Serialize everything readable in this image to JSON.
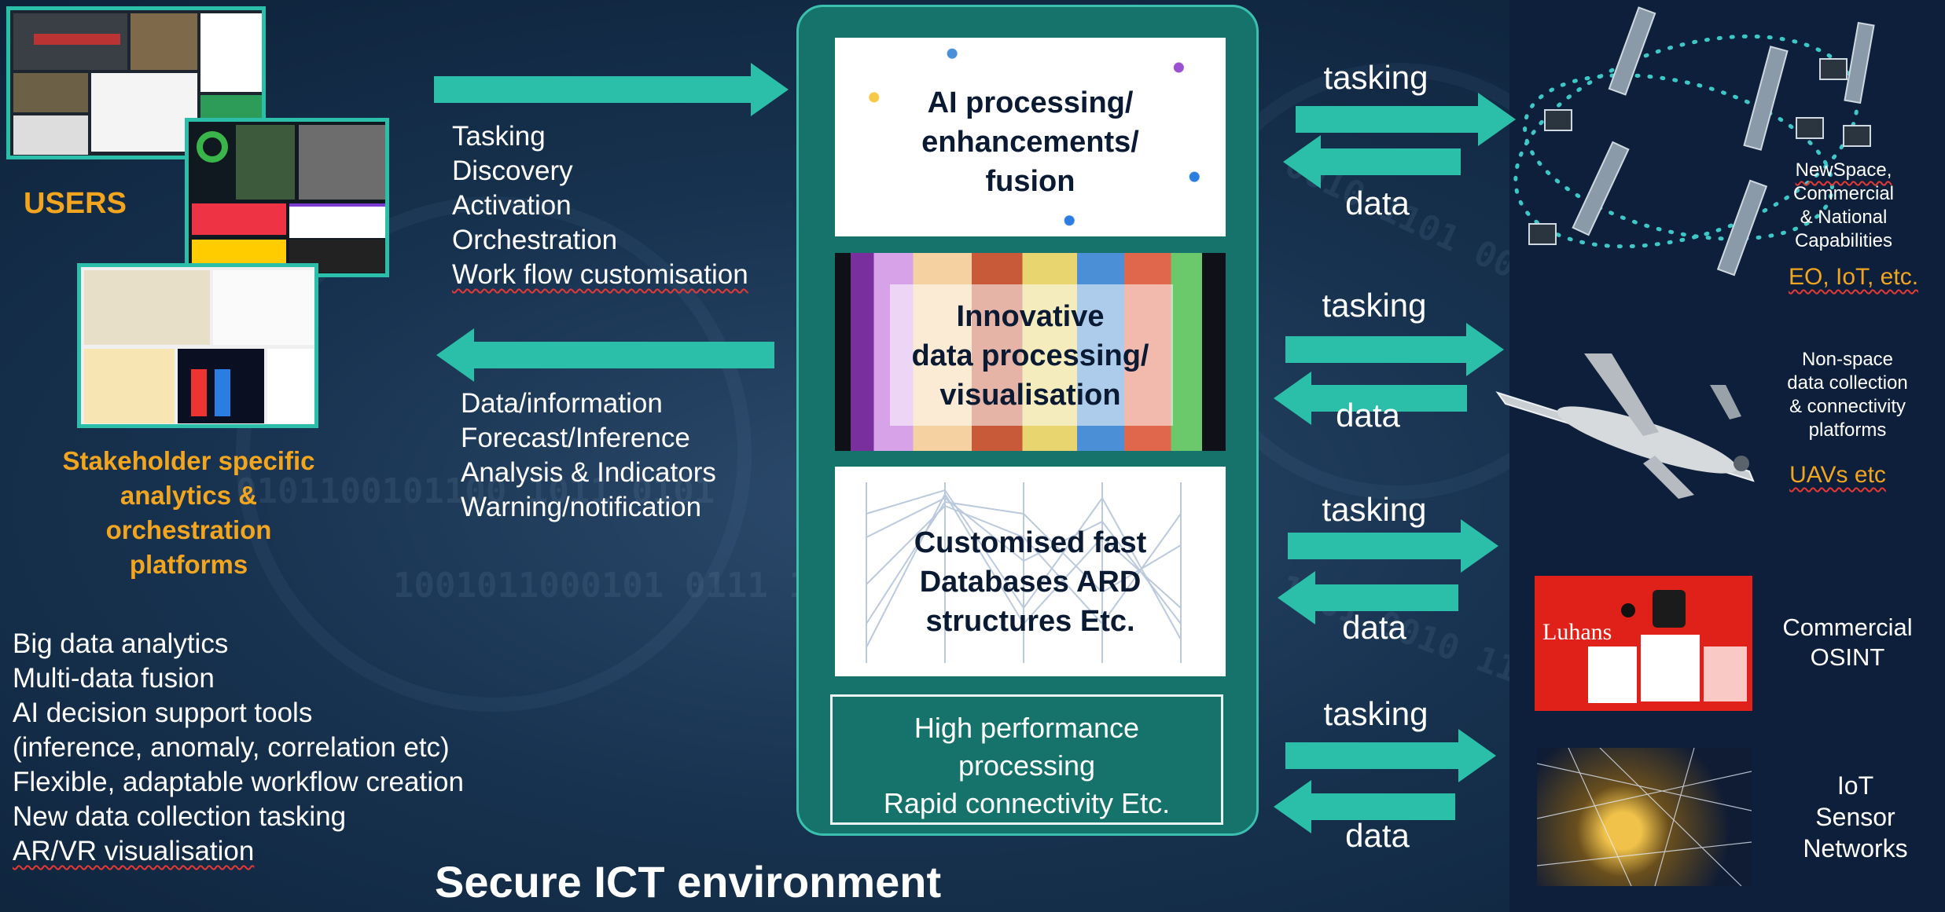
{
  "users_label": "USERS",
  "stakeholder_label": [
    "Stakeholder specific",
    "analytics &",
    "orchestration",
    "platforms"
  ],
  "tasking_list": [
    "Tasking",
    "Discovery",
    "Activation",
    "Orchestration",
    "Work flow customisation"
  ],
  "data_list": [
    "Data/information",
    "Forecast/Inference",
    "Analysis & Indicators",
    "Warning/notification"
  ],
  "capabilities_list": [
    "Big data analytics",
    "Multi-data fusion",
    "AI decision support tools",
    "(inference, anomaly, correlation etc)",
    "Flexible, adaptable workflow creation",
    "New data collection tasking",
    "AR/VR visualisation"
  ],
  "central_cards": [
    {
      "lines": [
        "AI processing/",
        "enhancements/",
        "fusion"
      ]
    },
    {
      "lines": [
        "Innovative",
        "data processing/",
        "visualisation"
      ]
    },
    {
      "lines": [
        "Customised fast",
        "Databases ARD",
        "structures Etc."
      ]
    }
  ],
  "high_performance": [
    "High performance",
    "processing",
    "Rapid connectivity Etc."
  ],
  "exchange_labels": {
    "tasking": "tasking",
    "data": "data"
  },
  "sources": {
    "newspace": {
      "lines": [
        "NewSpace,",
        "Commercial",
        "& National",
        "Capabilities"
      ],
      "tag": "EO, IoT, etc."
    },
    "nonspace": {
      "lines": [
        "Non-space",
        "data collection",
        "& connectivity",
        "platforms"
      ],
      "tag": "UAVs etc"
    },
    "osint": {
      "lines": [
        "Commercial",
        "OSINT"
      ],
      "thumb_text": "Luhans"
    },
    "iot": {
      "lines": [
        "IoT",
        "Sensor",
        "Networks"
      ]
    }
  },
  "footer_title": "Secure ICT environment",
  "colors": {
    "teal": "#2bbfa9",
    "panel": "#16736c",
    "orange": "#f2a51f",
    "background": "#17324f"
  }
}
